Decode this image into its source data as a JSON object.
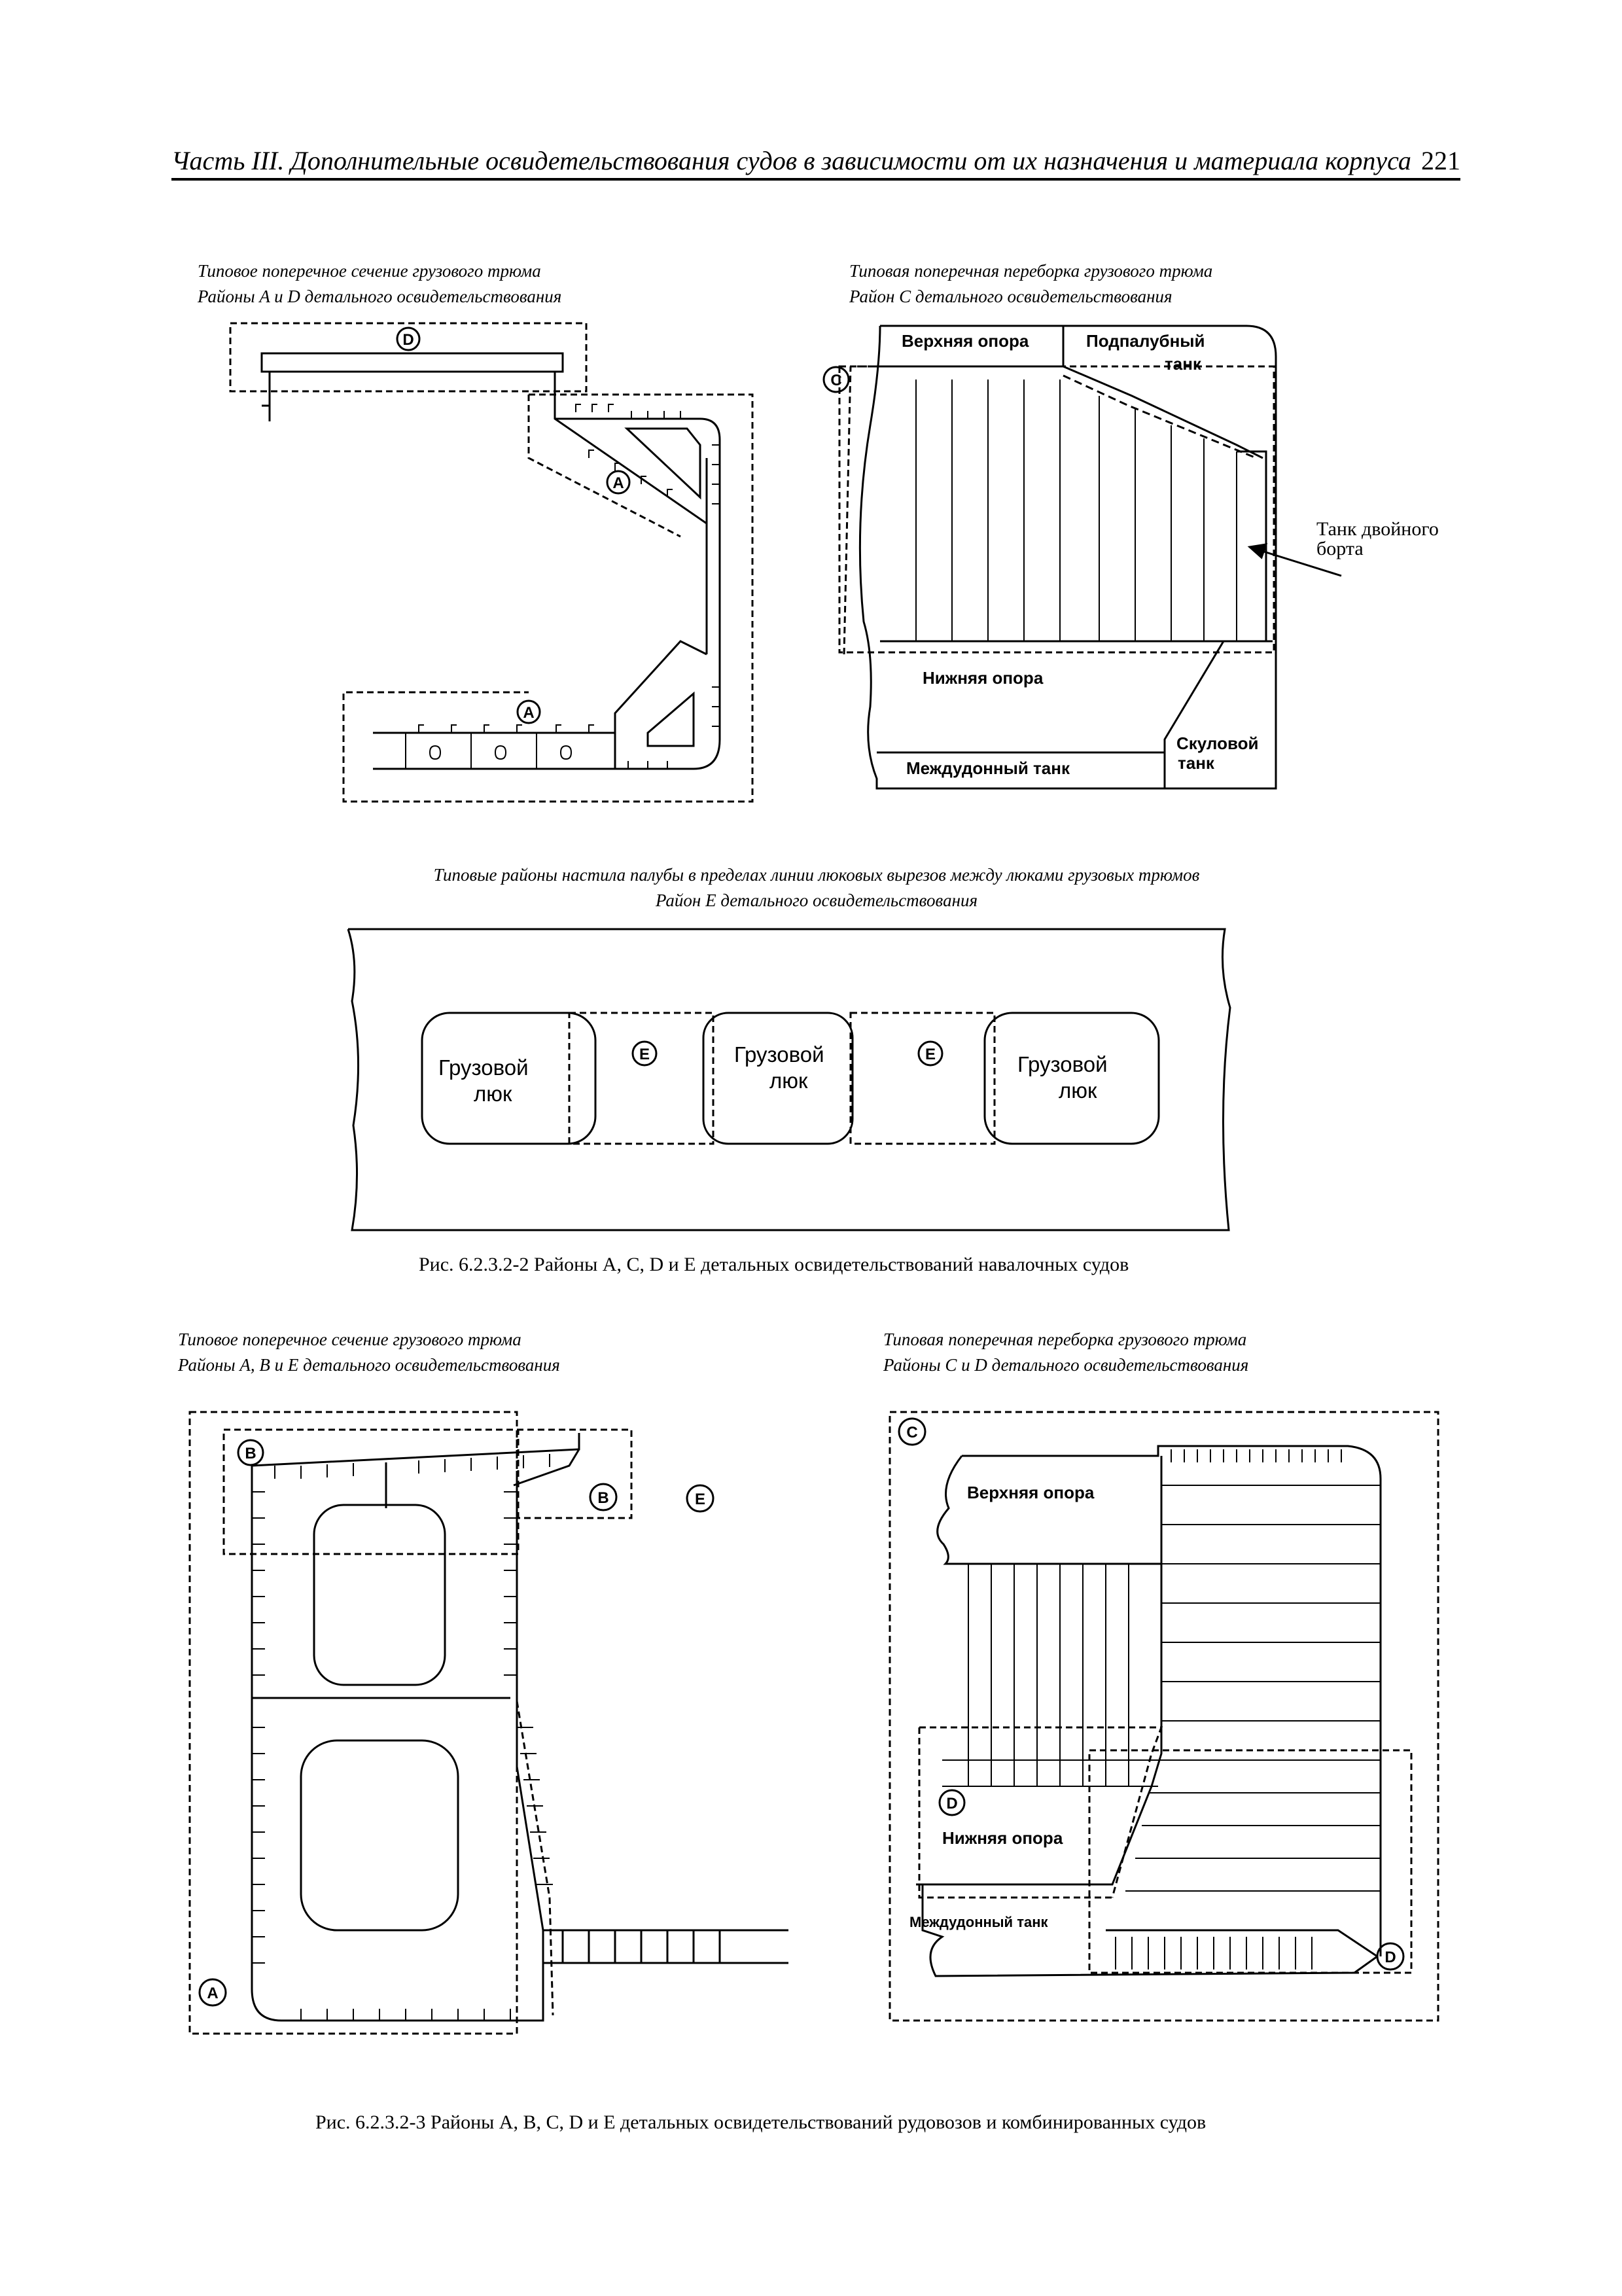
{
  "header": {
    "title": "Часть III. Дополнительные освидетельствования судов в зависимости от их назначения и материала корпуса",
    "page_number": "221"
  },
  "fig1": {
    "left_caption_1": "Типовое поперечное сечение грузового трюма",
    "left_caption_2": "Районы A и D детального освидетельствования",
    "right_caption_1": "Типовая поперечная переборка грузового трюма",
    "right_caption_2": "Район C детального освидетельствования",
    "mark_d": "D",
    "mark_a": "A",
    "mark_c": "C",
    "label_upper_stool": "Верхняя опора",
    "label_topside_1": "Подпалубный",
    "label_topside_2": "танк",
    "label_side_tank_1": "Танк двойного",
    "label_side_tank_2": "борта",
    "label_lower_stool": "Нижняя опора",
    "label_bilge_1": "Скуловой",
    "label_bilge_2": "танк",
    "label_double_bottom": "Междудонный танк",
    "deck_caption_1": "Типовые районы настила палубы в пределах линии люковых вырезов между люками грузовых трюмов",
    "deck_caption_2": "Район E детального освидетельствования",
    "hatch_1": "Грузовой",
    "hatch_2": "люк",
    "mark_e": "E",
    "figure_caption": "Рис. 6.2.3.2-2 Районы A, C, D и E детальных освидетельствований навалочных судов"
  },
  "fig2": {
    "left_caption_1": "Типовое поперечное сечение грузового трюма",
    "left_caption_2": "Районы A, B и E детального освидетельствования",
    "right_caption_1": "Типовая поперечная переборка грузового трюма",
    "right_caption_2": "Районы C и D детального освидетельствования",
    "mark_b": "B",
    "mark_e": "E",
    "mark_a": "A",
    "mark_c": "C",
    "mark_d": "D",
    "label_upper_stool": "Верхняя опора",
    "label_lower_stool": "Нижняя опора",
    "label_double_bottom": "Междудонный танк",
    "figure_caption": "Рис. 6.2.3.2-3 Районы A, B, C, D и E детальных освидетельствований рудовозов и комбинированных судов"
  }
}
